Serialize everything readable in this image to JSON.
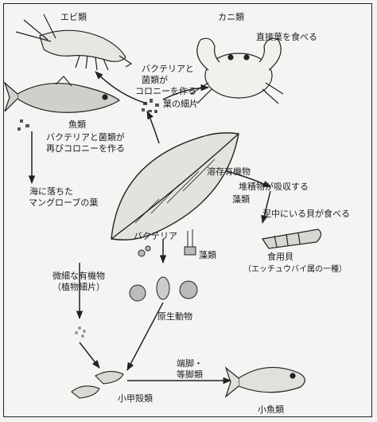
{
  "labels": {
    "shrimp": "エビ類",
    "crab": "カニ類",
    "crab_eat": "直接葉を食べる",
    "bacteria_colony_1": "バクテリアと",
    "bacteria_colony_2": "菌類が",
    "bacteria_colony_3": "コロニーを作る",
    "leaf_fragment": "葉の細片",
    "fish": "魚類",
    "recolony_1": "バクテリアと菌類が",
    "recolony_2": "再びコロニーを作る",
    "dissolved": "溶存有機物",
    "sediment": "堆積物が吸収する",
    "algae_1": "藻類",
    "mud_shell": "泥中にいる貝が食べる",
    "fallen_leaf_1": "海に落ちた",
    "fallen_leaf_2": "マングローブの葉",
    "bacteria": "バクテリア",
    "algae_2": "藻類",
    "edible_shell": "食用貝",
    "edible_shell_sub": "（エッチュウバイ属の一種）",
    "fine_organic_1": "微細な有機物",
    "fine_organic_2": "（植物細片）",
    "protozoa": "原生動物",
    "copepod_1": "端脚・",
    "copepod_2": "等脚類",
    "small_crustacean": "小甲殻類",
    "small_fish": "小魚類"
  }
}
